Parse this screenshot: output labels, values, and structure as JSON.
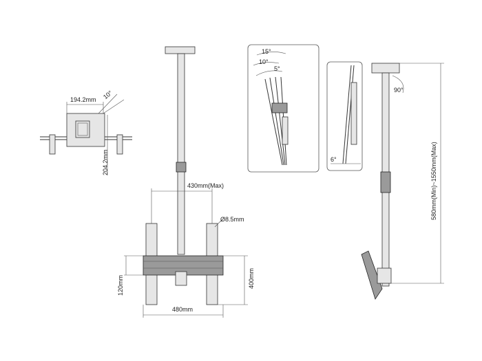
{
  "top_view": {
    "width_label": "194.2mm",
    "angle_label": "10°",
    "height_label": "204.2mm"
  },
  "front_view": {
    "rail_spacing_label": "430mm(Max)",
    "hole_label": "Ø8.5mm",
    "height_label": "400mm",
    "bar_height_label": "120mm",
    "width_label": "480mm"
  },
  "tilt_detail": {
    "angles": [
      "15°",
      "10°",
      "5°"
    ]
  },
  "tilt_side_detail": {
    "angle_label": "6°"
  },
  "side_view": {
    "swivel_label": "90°",
    "length_label": "580mm(Min)~1550mm(Max)"
  }
}
